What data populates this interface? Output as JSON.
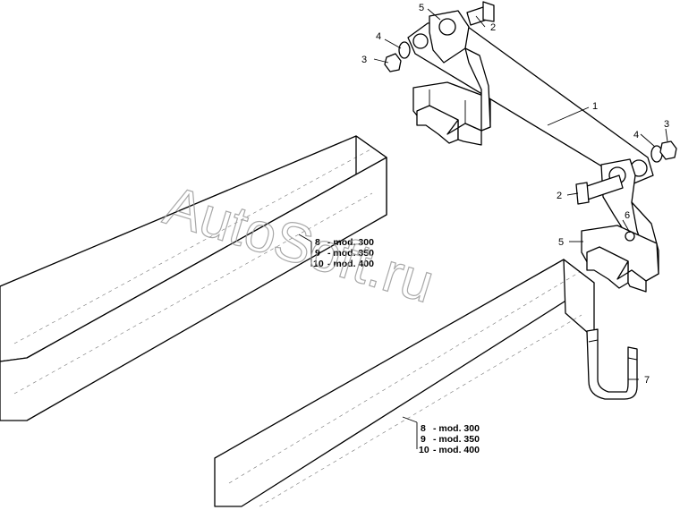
{
  "callouts": {
    "c1": "1",
    "c2a": "2",
    "c2b": "2",
    "c3a": "3",
    "c3b": "3",
    "c4a": "4",
    "c4b": "4",
    "c5a": "5",
    "c5b": "5",
    "c6": "6",
    "c7": "7"
  },
  "legend_upper": [
    {
      "num": "8",
      "text": "- mod. 300"
    },
    {
      "num": "9",
      "text": "- mod. 350"
    },
    {
      "num": "10",
      "text": "- mod. 400"
    }
  ],
  "legend_lower": [
    {
      "num": "8",
      "text": "- mod. 300"
    },
    {
      "num": "9",
      "text": "- mod. 350"
    },
    {
      "num": "10",
      "text": "- mod. 400"
    }
  ],
  "watermark": "AutoSoft.ru"
}
